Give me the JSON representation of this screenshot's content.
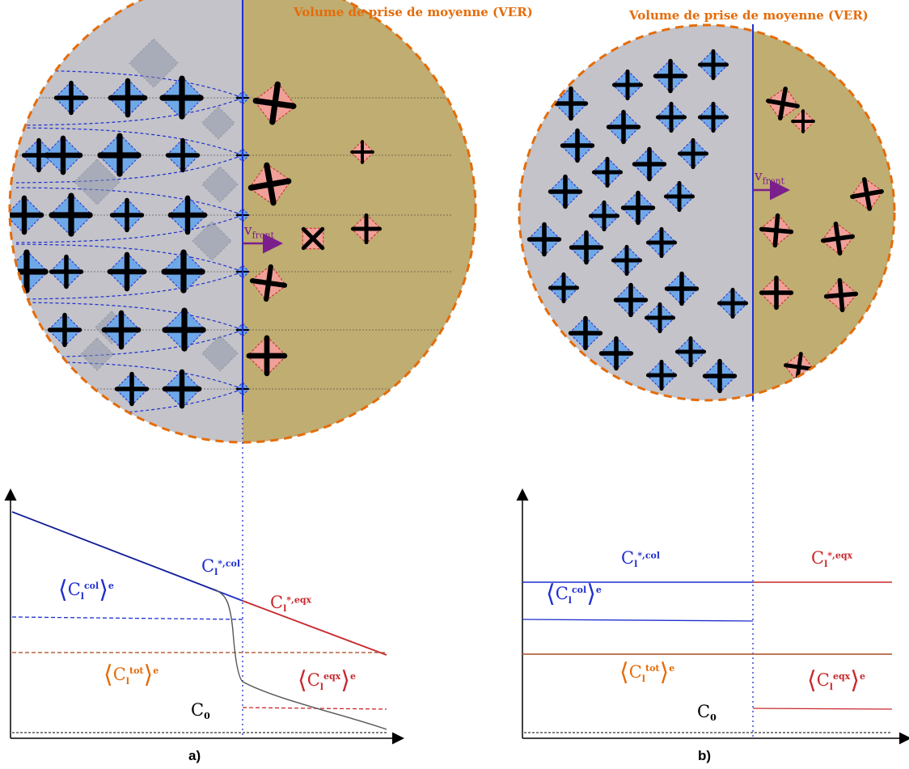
{
  "panels": [
    {
      "id": "a",
      "title": "Volume de prise de moyenne (VER)",
      "panel_label": "a)",
      "velocity": {
        "symbol": "v",
        "sub": "front"
      },
      "labels": {
        "c_star_col": {
          "base": "C",
          "sub": "l",
          "sup": "*,col"
        },
        "c_star_eqx": {
          "base": "C",
          "sub": "l",
          "sup": "*,eqx"
        },
        "c_col_avg": {
          "base": "C",
          "sub": "l",
          "sup": "col",
          "avg_sup": "e"
        },
        "c_tot_avg": {
          "base": "C",
          "sub": "l",
          "sup": "tot",
          "avg_sup": "e"
        },
        "c_eqx_avg": {
          "base": "C",
          "sub": "l",
          "sup": "eqx",
          "avg_sup": "e"
        },
        "c0": {
          "base": "C",
          "sub": "0"
        }
      }
    },
    {
      "id": "b",
      "title": "Volume de prise de moyenne (VER)",
      "panel_label": "b)",
      "velocity": {
        "symbol": "v",
        "sub": "front"
      },
      "labels": {
        "c_star_col": {
          "base": "C",
          "sub": "l",
          "sup": "*,col"
        },
        "c_star_eqx": {
          "base": "C",
          "sub": "l",
          "sup": "*,eqx"
        },
        "c_col_avg": {
          "base": "C",
          "sub": "l",
          "sup": "col",
          "avg_sup": "e"
        },
        "c_tot_avg": {
          "base": "C",
          "sub": "l",
          "sup": "tot",
          "avg_sup": "e"
        },
        "c_eqx_avg": {
          "base": "C",
          "sub": "l",
          "sup": "eqx",
          "avg_sup": "e"
        },
        "c0": {
          "base": "C",
          "sub": "0"
        }
      }
    }
  ],
  "colors": {
    "title": "#e46c0a",
    "columnar_zone": "#c3c3c9",
    "equiaxed_zone": "#c0ad72",
    "front": "#1f2fcf",
    "columnar_grain": "#6fa8e8",
    "equiaxed_grain": "#f0a098",
    "col_curve": "#1f2fcf",
    "eqx_curve": "#c8282c",
    "tot_curve": "#b5633f",
    "c0_curve": "#000000",
    "velocity": "#7b1f8c"
  },
  "icons": [
    "dendrite-columnar",
    "dendrite-equiaxed",
    "velocity-arrow"
  ]
}
